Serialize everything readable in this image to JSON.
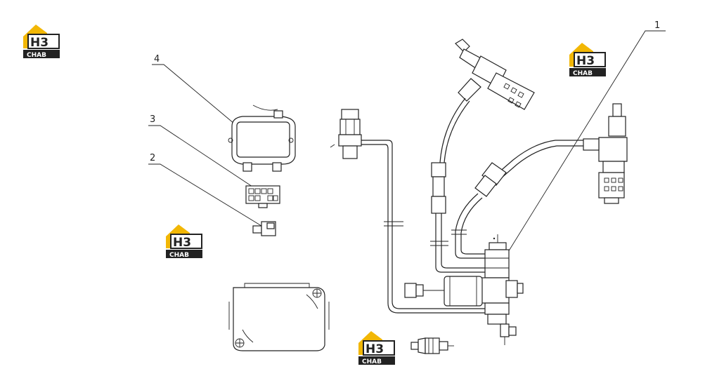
{
  "diagram": {
    "callouts": [
      "1",
      "2",
      "3",
      "4"
    ],
    "logo": {
      "mark": "H3",
      "sub": "CHAB",
      "accent_color": "#f2b705",
      "dark_color": "#222222"
    }
  }
}
